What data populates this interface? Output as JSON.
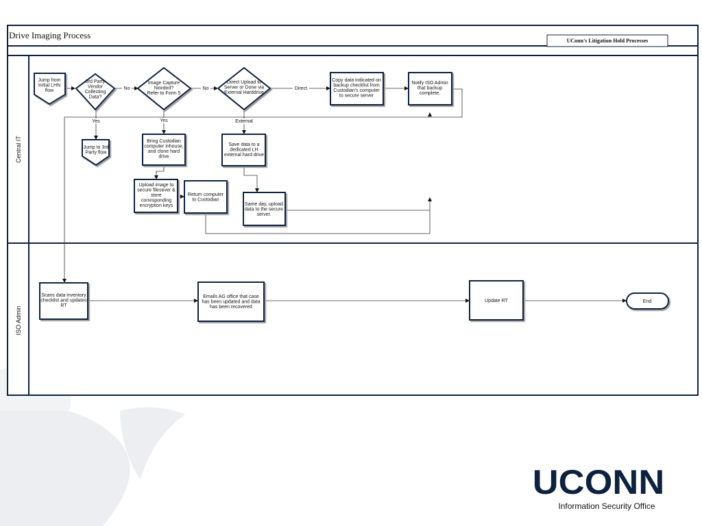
{
  "header": {
    "title": "Drive Imaging Process",
    "badge": "UConn's Litigation Hold Processes"
  },
  "lanes": {
    "central_it": "Central IT",
    "iso_admin": "ISO Admin"
  },
  "nodes": {
    "jump_initial": [
      "Jump from",
      "Initial LHN",
      "flow"
    ],
    "third_party": [
      "3rd Party",
      "Vendor",
      "Collecting",
      "Data?"
    ],
    "image_capture": [
      "Image Capture",
      "Needed?",
      "Refer to Form 5"
    ],
    "direct_upload": [
      "Direct Upload to",
      "Server or Done via",
      "External Harddrive"
    ],
    "copy_data": [
      "Copy data indicated on",
      "backup checklist from",
      "Custodian's computer",
      "to secure server"
    ],
    "notify_iso": [
      "Notify ISO Admin",
      "that backup",
      "complete."
    ],
    "jump_third": [
      "Jump to 3rd",
      "Party flow"
    ],
    "bring_custodian": [
      "Bring Custodian",
      "computer inhouse,",
      "and clone hard",
      "drive"
    ],
    "save_data": [
      "Save data to a",
      "dedicated LH",
      "external hard drive"
    ],
    "upload_image": [
      "Upload image to",
      "secure filesever &",
      "store",
      "corresponding",
      "encryption keys"
    ],
    "return_computer": [
      "Return computer",
      "to Custodian"
    ],
    "same_day": [
      "Same day, upload",
      "data to the secure",
      "server."
    ],
    "scans": [
      "Scans data inventory",
      "checklist and updates",
      "RT"
    ],
    "emails": [
      "Emails AG office that case",
      "has been updated and data",
      "has been recovered"
    ],
    "update_rt": [
      "Update RT"
    ],
    "end": [
      "End"
    ]
  },
  "edges": {
    "no1": "No",
    "no2": "No",
    "direct": "Direct",
    "yes1": "Yes",
    "yes2": "Yes",
    "external": "External"
  },
  "logo": {
    "word": "UCONN",
    "subtitle": "Information Security Office"
  },
  "colors": {
    "navy": "#0d2240",
    "shadow": "#9a9a9a",
    "deco": "#eceef1"
  }
}
